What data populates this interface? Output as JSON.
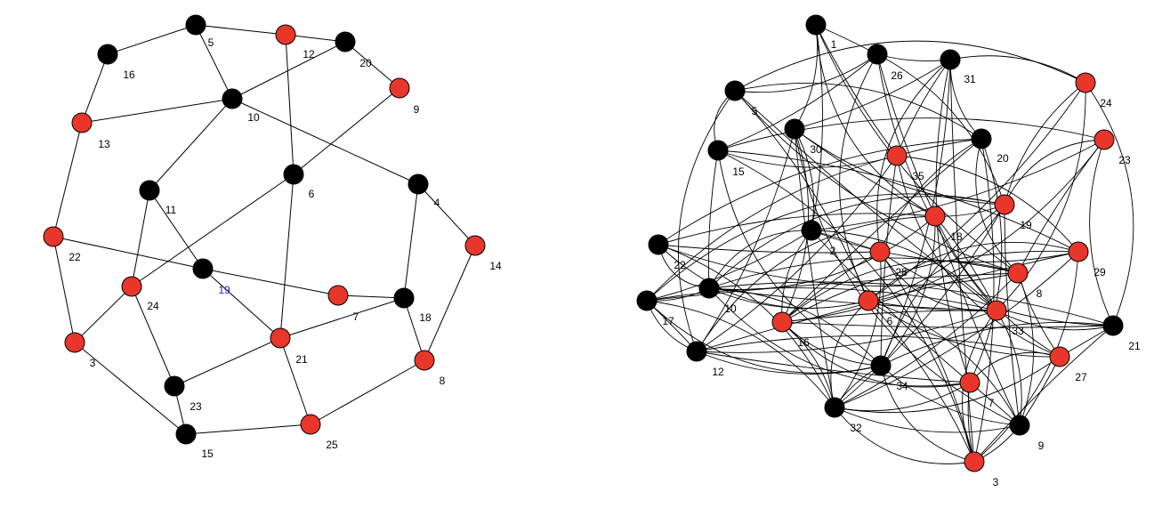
{
  "colors": {
    "red": "#e8372a",
    "black": "#000000",
    "edge": "#000000",
    "label_blue": "#2323c8"
  },
  "graph_left": {
    "nodes": [
      {
        "id": "5",
        "color": "black"
      },
      {
        "id": "16",
        "color": "black"
      },
      {
        "id": "12",
        "color": "red"
      },
      {
        "id": "20",
        "color": "black"
      },
      {
        "id": "9",
        "color": "red"
      },
      {
        "id": "10",
        "color": "black"
      },
      {
        "id": "13",
        "color": "red"
      },
      {
        "id": "6",
        "color": "black"
      },
      {
        "id": "4",
        "color": "black"
      },
      {
        "id": "11",
        "color": "black"
      },
      {
        "id": "14",
        "color": "red"
      },
      {
        "id": "22",
        "color": "red"
      },
      {
        "id": "19",
        "color": "black",
        "label_color": "blue"
      },
      {
        "id": "24",
        "color": "red"
      },
      {
        "id": "7",
        "color": "red"
      },
      {
        "id": "18",
        "color": "black"
      },
      {
        "id": "3",
        "color": "red"
      },
      {
        "id": "21",
        "color": "red"
      },
      {
        "id": "8",
        "color": "red"
      },
      {
        "id": "23",
        "color": "black"
      },
      {
        "id": "25",
        "color": "red"
      },
      {
        "id": "15",
        "color": "black"
      }
    ],
    "edges": [
      [
        "16",
        "5"
      ],
      [
        "5",
        "12"
      ],
      [
        "12",
        "20"
      ],
      [
        "20",
        "9"
      ],
      [
        "5",
        "10"
      ],
      [
        "16",
        "13"
      ],
      [
        "13",
        "10"
      ],
      [
        "10",
        "20"
      ],
      [
        "13",
        "22"
      ],
      [
        "12",
        "6"
      ],
      [
        "10",
        "11"
      ],
      [
        "10",
        "4"
      ],
      [
        "9",
        "6"
      ],
      [
        "6",
        "24"
      ],
      [
        "6",
        "21"
      ],
      [
        "11",
        "24"
      ],
      [
        "11",
        "19"
      ],
      [
        "4",
        "14"
      ],
      [
        "4",
        "18"
      ],
      [
        "22",
        "19"
      ],
      [
        "19",
        "7"
      ],
      [
        "19",
        "21"
      ],
      [
        "7",
        "18"
      ],
      [
        "18",
        "21"
      ],
      [
        "18",
        "8"
      ],
      [
        "14",
        "8"
      ],
      [
        "22",
        "3"
      ],
      [
        "3",
        "24"
      ],
      [
        "24",
        "23"
      ],
      [
        "23",
        "21"
      ],
      [
        "3",
        "15"
      ],
      [
        "23",
        "15"
      ],
      [
        "15",
        "25"
      ],
      [
        "25",
        "8"
      ],
      [
        "21",
        "25"
      ]
    ]
  },
  "graph_right": {
    "nodes": [
      {
        "id": "1",
        "color": "black"
      },
      {
        "id": "26",
        "color": "black"
      },
      {
        "id": "31",
        "color": "black"
      },
      {
        "id": "24",
        "color": "red"
      },
      {
        "id": "5",
        "color": "black"
      },
      {
        "id": "30",
        "color": "black"
      },
      {
        "id": "23",
        "color": "red"
      },
      {
        "id": "15",
        "color": "black"
      },
      {
        "id": "35",
        "color": "red"
      },
      {
        "id": "20",
        "color": "black"
      },
      {
        "id": "19",
        "color": "red"
      },
      {
        "id": "18",
        "color": "red"
      },
      {
        "id": "2",
        "color": "black"
      },
      {
        "id": "22",
        "color": "black"
      },
      {
        "id": "28",
        "color": "red"
      },
      {
        "id": "29",
        "color": "red"
      },
      {
        "id": "8",
        "color": "red"
      },
      {
        "id": "10",
        "color": "black"
      },
      {
        "id": "17",
        "color": "black"
      },
      {
        "id": "6",
        "color": "red"
      },
      {
        "id": "33",
        "color": "red"
      },
      {
        "id": "16",
        "color": "red"
      },
      {
        "id": "21",
        "color": "black"
      },
      {
        "id": "12",
        "color": "black"
      },
      {
        "id": "27",
        "color": "red"
      },
      {
        "id": "34",
        "color": "black"
      },
      {
        "id": "7",
        "color": "red"
      },
      {
        "id": "32",
        "color": "black"
      },
      {
        "id": "9",
        "color": "black"
      },
      {
        "id": "3",
        "color": "red"
      }
    ],
    "edges": [
      [
        "1",
        "30"
      ],
      [
        "1",
        "2"
      ],
      [
        "1",
        "35"
      ],
      [
        "1",
        "8"
      ],
      [
        "1",
        "18"
      ],
      [
        "26",
        "5"
      ],
      [
        "26",
        "15"
      ],
      [
        "26",
        "18"
      ],
      [
        "26",
        "33"
      ],
      [
        "26",
        "6"
      ],
      [
        "26",
        "19"
      ],
      [
        "31",
        "30"
      ],
      [
        "31",
        "35"
      ],
      [
        "31",
        "7"
      ],
      [
        "31",
        "28"
      ],
      [
        "31",
        "24"
      ],
      [
        "31",
        "34"
      ],
      [
        "31",
        "3"
      ],
      [
        "24",
        "19"
      ],
      [
        "24",
        "5"
      ],
      [
        "24",
        "33"
      ],
      [
        "24",
        "6"
      ],
      [
        "5",
        "33"
      ],
      [
        "5",
        "8"
      ],
      [
        "5",
        "12"
      ],
      [
        "5",
        "20"
      ],
      [
        "5",
        "6"
      ],
      [
        "30",
        "18"
      ],
      [
        "30",
        "19"
      ],
      [
        "30",
        "9"
      ],
      [
        "30",
        "16"
      ],
      [
        "30",
        "12"
      ],
      [
        "30",
        "32"
      ],
      [
        "23",
        "15"
      ],
      [
        "23",
        "19"
      ],
      [
        "23",
        "16"
      ],
      [
        "23",
        "2"
      ],
      [
        "23",
        "8"
      ],
      [
        "15",
        "35"
      ],
      [
        "15",
        "34"
      ],
      [
        "15",
        "3"
      ],
      [
        "15",
        "29"
      ],
      [
        "15",
        "10"
      ],
      [
        "35",
        "17"
      ],
      [
        "35",
        "27"
      ],
      [
        "35",
        "29"
      ],
      [
        "35",
        "12"
      ],
      [
        "35",
        "34"
      ],
      [
        "20",
        "28"
      ],
      [
        "20",
        "8"
      ],
      [
        "20",
        "7"
      ],
      [
        "20",
        "3"
      ],
      [
        "20",
        "16"
      ],
      [
        "20",
        "22"
      ],
      [
        "19",
        "17"
      ],
      [
        "19",
        "6"
      ],
      [
        "19",
        "32"
      ],
      [
        "19",
        "9"
      ],
      [
        "19",
        "34"
      ],
      [
        "19",
        "10"
      ],
      [
        "18",
        "10"
      ],
      [
        "18",
        "33"
      ],
      [
        "18",
        "9"
      ],
      [
        "18",
        "27"
      ],
      [
        "18",
        "12"
      ],
      [
        "18",
        "34"
      ],
      [
        "2",
        "28"
      ],
      [
        "2",
        "7"
      ],
      [
        "2",
        "29"
      ],
      [
        "2",
        "10"
      ],
      [
        "2",
        "33"
      ],
      [
        "2",
        "17"
      ],
      [
        "22",
        "28"
      ],
      [
        "22",
        "8"
      ],
      [
        "22",
        "6"
      ],
      [
        "22",
        "32"
      ],
      [
        "22",
        "18"
      ],
      [
        "28",
        "16"
      ],
      [
        "28",
        "21"
      ],
      [
        "28",
        "33"
      ],
      [
        "28",
        "32"
      ],
      [
        "28",
        "3"
      ],
      [
        "29",
        "12"
      ],
      [
        "29",
        "16"
      ],
      [
        "29",
        "6"
      ],
      [
        "29",
        "3"
      ],
      [
        "29",
        "32"
      ],
      [
        "8",
        "17"
      ],
      [
        "8",
        "10"
      ],
      [
        "8",
        "16"
      ],
      [
        "8",
        "9"
      ],
      [
        "8",
        "32"
      ],
      [
        "8",
        "27"
      ],
      [
        "10",
        "6"
      ],
      [
        "10",
        "7"
      ],
      [
        "10",
        "34"
      ],
      [
        "10",
        "21"
      ],
      [
        "10",
        "33"
      ],
      [
        "17",
        "12"
      ],
      [
        "17",
        "34"
      ],
      [
        "17",
        "32"
      ],
      [
        "17",
        "33"
      ],
      [
        "6",
        "33"
      ],
      [
        "6",
        "27"
      ],
      [
        "6",
        "32"
      ],
      [
        "6",
        "9"
      ],
      [
        "6",
        "3"
      ],
      [
        "33",
        "16"
      ],
      [
        "33",
        "21"
      ],
      [
        "33",
        "3"
      ],
      [
        "33",
        "9"
      ],
      [
        "33",
        "12"
      ],
      [
        "16",
        "21"
      ],
      [
        "16",
        "34"
      ],
      [
        "16",
        "7"
      ],
      [
        "16",
        "32"
      ],
      [
        "21",
        "27"
      ],
      [
        "21",
        "3"
      ],
      [
        "21",
        "34"
      ],
      [
        "21",
        "24"
      ],
      [
        "21",
        "23"
      ],
      [
        "12",
        "27"
      ],
      [
        "12",
        "7"
      ],
      [
        "12",
        "34"
      ],
      [
        "27",
        "7"
      ],
      [
        "27",
        "32"
      ],
      [
        "27",
        "9"
      ],
      [
        "34",
        "32"
      ],
      [
        "34",
        "9"
      ],
      [
        "34",
        "3"
      ],
      [
        "7",
        "32"
      ],
      [
        "7",
        "9"
      ],
      [
        "7",
        "3"
      ],
      [
        "32",
        "9"
      ],
      [
        "32",
        "3"
      ],
      [
        "9",
        "3"
      ],
      [
        "1",
        "26"
      ],
      [
        "26",
        "31"
      ],
      [
        "31",
        "20"
      ],
      [
        "5",
        "15"
      ],
      [
        "30",
        "2"
      ],
      [
        "35",
        "20"
      ],
      [
        "18",
        "19"
      ],
      [
        "2",
        "16"
      ],
      [
        "22",
        "10"
      ],
      [
        "10",
        "17"
      ],
      [
        "17",
        "12"
      ]
    ]
  }
}
